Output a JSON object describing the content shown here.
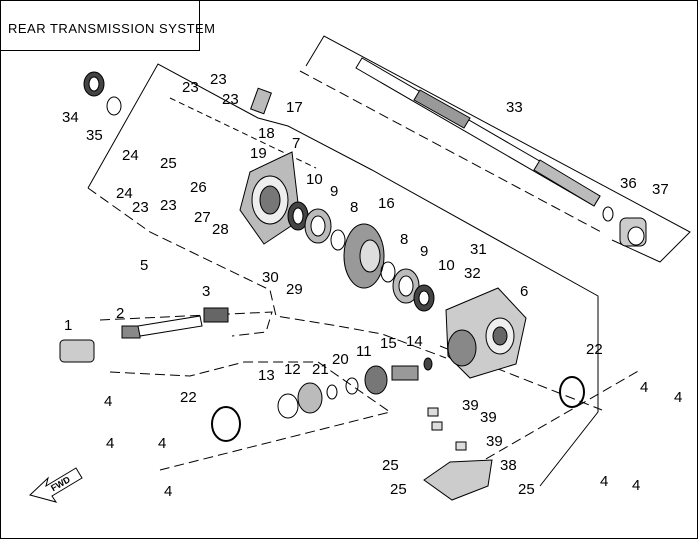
{
  "title": "REAR TRANSMISSION SYSTEM",
  "direction_label": "FWD",
  "callouts": [
    {
      "id": "c34",
      "text": "34"
    },
    {
      "id": "c35",
      "text": "35"
    },
    {
      "id": "c23a",
      "text": "23"
    },
    {
      "id": "c23b",
      "text": "23"
    },
    {
      "id": "c23c",
      "text": "23"
    },
    {
      "id": "c23d",
      "text": "23"
    },
    {
      "id": "c23e",
      "text": "23"
    },
    {
      "id": "c17",
      "text": "17"
    },
    {
      "id": "c18",
      "text": "18"
    },
    {
      "id": "c19",
      "text": "19"
    },
    {
      "id": "c7",
      "text": "7"
    },
    {
      "id": "c24a",
      "text": "24"
    },
    {
      "id": "c24b",
      "text": "24"
    },
    {
      "id": "c25a",
      "text": "25"
    },
    {
      "id": "c26",
      "text": "26"
    },
    {
      "id": "c27",
      "text": "27"
    },
    {
      "id": "c28",
      "text": "28"
    },
    {
      "id": "c10a",
      "text": "10"
    },
    {
      "id": "c9a",
      "text": "9"
    },
    {
      "id": "c8a",
      "text": "8"
    },
    {
      "id": "c16",
      "text": "16"
    },
    {
      "id": "c8b",
      "text": "8"
    },
    {
      "id": "c9b",
      "text": "9"
    },
    {
      "id": "c10b",
      "text": "10"
    },
    {
      "id": "c33",
      "text": "33"
    },
    {
      "id": "c36",
      "text": "36"
    },
    {
      "id": "c37",
      "text": "37"
    },
    {
      "id": "c5",
      "text": "5"
    },
    {
      "id": "c30",
      "text": "30"
    },
    {
      "id": "c29",
      "text": "29"
    },
    {
      "id": "c31",
      "text": "31"
    },
    {
      "id": "c32",
      "text": "32"
    },
    {
      "id": "c6",
      "text": "6"
    },
    {
      "id": "c1",
      "text": "1"
    },
    {
      "id": "c2",
      "text": "2"
    },
    {
      "id": "c3",
      "text": "3"
    },
    {
      "id": "c22a",
      "text": "22"
    },
    {
      "id": "c13",
      "text": "13"
    },
    {
      "id": "c12",
      "text": "12"
    },
    {
      "id": "c21",
      "text": "21"
    },
    {
      "id": "c20",
      "text": "20"
    },
    {
      "id": "c11",
      "text": "11"
    },
    {
      "id": "c15",
      "text": "15"
    },
    {
      "id": "c14",
      "text": "14"
    },
    {
      "id": "c22b",
      "text": "22"
    },
    {
      "id": "c4a",
      "text": "4"
    },
    {
      "id": "c4b",
      "text": "4"
    },
    {
      "id": "c4c",
      "text": "4"
    },
    {
      "id": "c4d",
      "text": "4"
    },
    {
      "id": "c4e",
      "text": "4"
    },
    {
      "id": "c4f",
      "text": "4"
    },
    {
      "id": "c4g",
      "text": "4"
    },
    {
      "id": "c4h",
      "text": "4"
    },
    {
      "id": "c39a",
      "text": "39"
    },
    {
      "id": "c39b",
      "text": "39"
    },
    {
      "id": "c39c",
      "text": "39"
    },
    {
      "id": "c25b",
      "text": "25"
    },
    {
      "id": "c25c",
      "text": "25"
    },
    {
      "id": "c25d",
      "text": "25"
    },
    {
      "id": "c38",
      "text": "38"
    }
  ]
}
